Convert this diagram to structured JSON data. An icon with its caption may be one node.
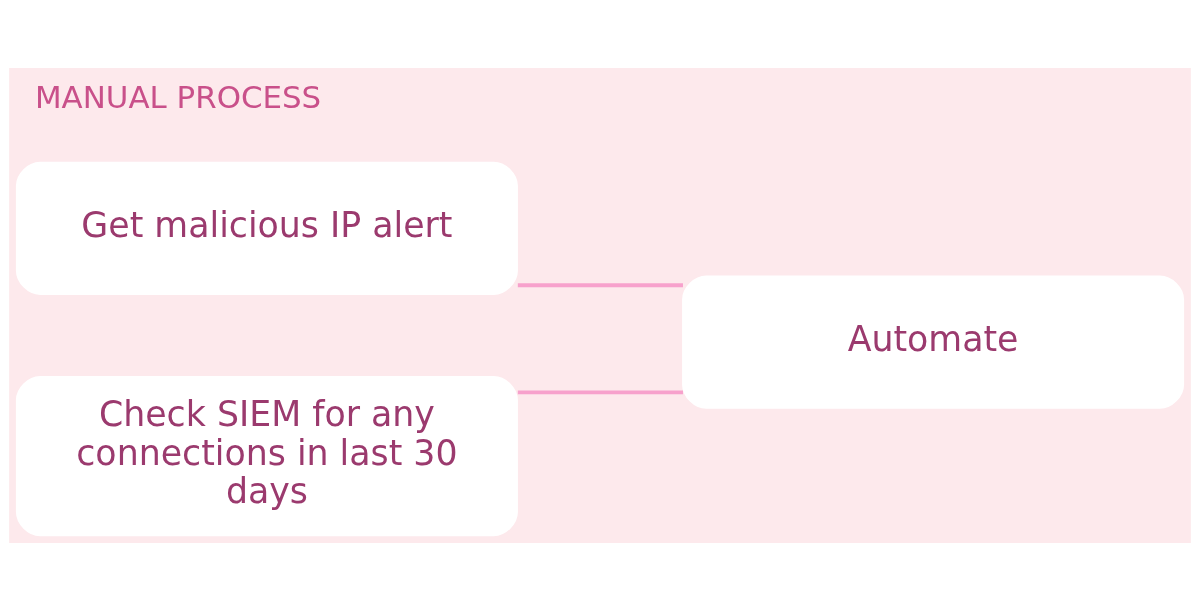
{
  "diagram": {
    "title": "MANUAL PROCESS",
    "nodes": [
      {
        "text": [
          "Get malicious IP alert"
        ]
      },
      {
        "text": [
          "Check SIEM for any connections in last 30 days"
        ]
      },
      {
        "text": [
          "Automate"
        ]
      }
    ],
    "edges": [
      {
        "from": 0,
        "to": 2,
        "arrow": "none"
      },
      {
        "from": 1,
        "to": 2,
        "arrow": "none"
      }
    ]
  }
}
